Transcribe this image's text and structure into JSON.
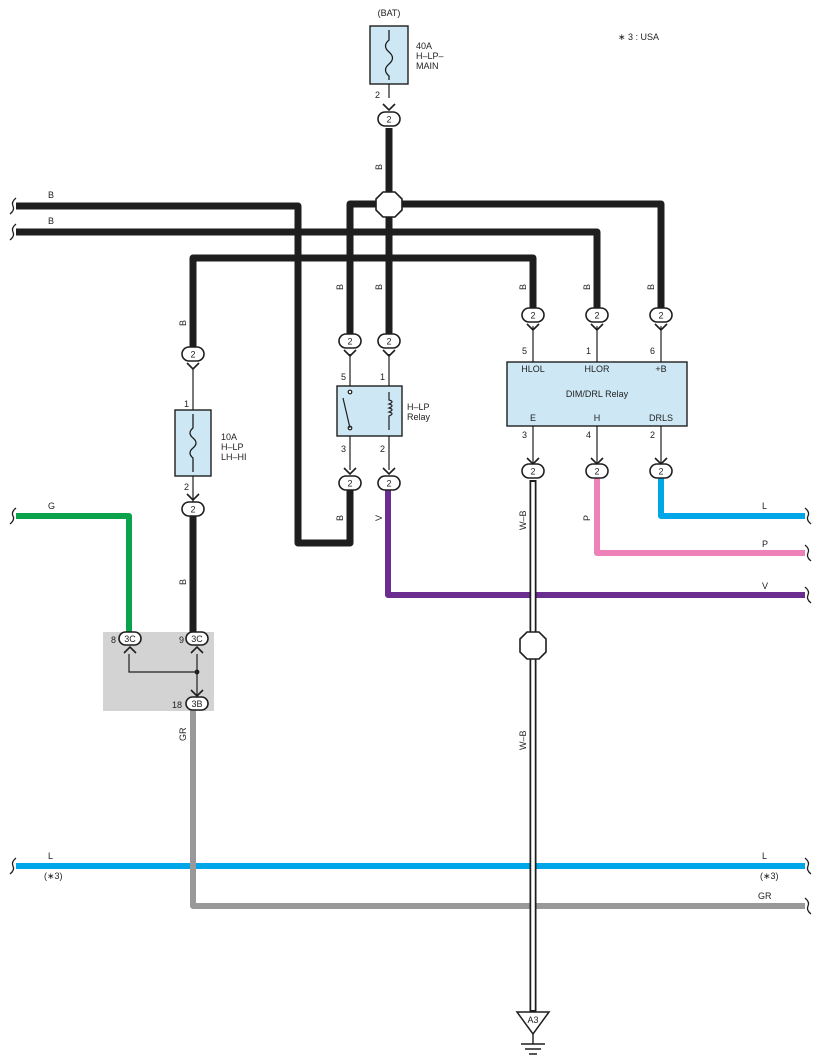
{
  "note": "∗ 3 : USA",
  "bat_label": "(BAT)",
  "fuses": {
    "main": {
      "line1": "40A",
      "line2": "H–LP–",
      "line3": "MAIN",
      "pin": "2"
    },
    "lhhi": {
      "line1": "10A",
      "line2": "H–LP",
      "line3": "LH–HI",
      "pin_top": "1",
      "pin_bot": "2"
    }
  },
  "hlp_relay": {
    "name1": "H–LP",
    "name2": "Relay",
    "pin5": "5",
    "pin1": "1",
    "pin3": "3",
    "pin2": "2"
  },
  "dim_relay": {
    "name": "DIM/DRL Relay",
    "top_terms": [
      "HLOL",
      "HLOR",
      "+B"
    ],
    "top_pins": [
      "5",
      "1",
      "6"
    ],
    "bot_terms": [
      "E",
      "H",
      "DRLS"
    ],
    "bot_pins": [
      "3",
      "4",
      "2"
    ]
  },
  "connector_code": "2",
  "junction": {
    "p8": "8",
    "c8": "3C",
    "p9": "9",
    "c9": "3C",
    "p18": "18",
    "c18": "3B"
  },
  "wire_labels": {
    "b": "B",
    "g": "G",
    "l": "L",
    "p": "P",
    "v": "V",
    "gr": "GR",
    "wb": "W–B",
    "usa_tag": "(∗3)"
  },
  "ground": "A3",
  "colors": {
    "black": "#1e1e1e",
    "green": "#0aa24b",
    "blue": "#00a6e8",
    "pink": "#ee82b8",
    "violet": "#6b2d90",
    "gray": "#999999",
    "component_fill": "#cde8f4",
    "junction_fill": "#d3d3d3"
  }
}
